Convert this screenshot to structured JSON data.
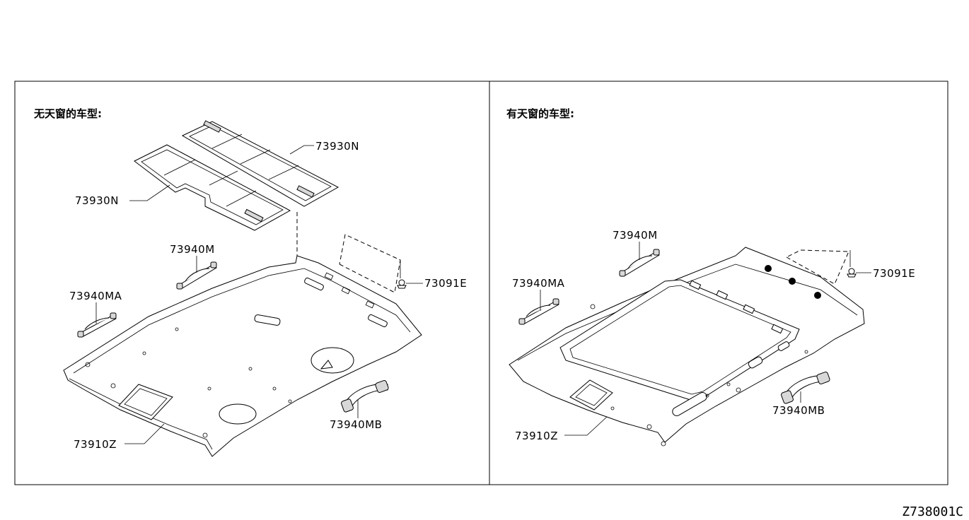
{
  "diagram_code": "Z738001C",
  "panels": [
    {
      "title": "无天窗的车型:",
      "labels": {
        "pad_upper": "73930N",
        "pad_lower": "73930N",
        "grip_m": "73940M",
        "grip_ma": "73940MA",
        "clip": "73091E",
        "grip_mb": "73940MB",
        "headlining": "73910Z"
      }
    },
    {
      "title": "有天窗的车型:",
      "labels": {
        "grip_m": "73940M",
        "grip_ma": "73940MA",
        "clip": "73091E",
        "grip_mb": "73940MB",
        "headlining": "73910Z"
      }
    }
  ]
}
